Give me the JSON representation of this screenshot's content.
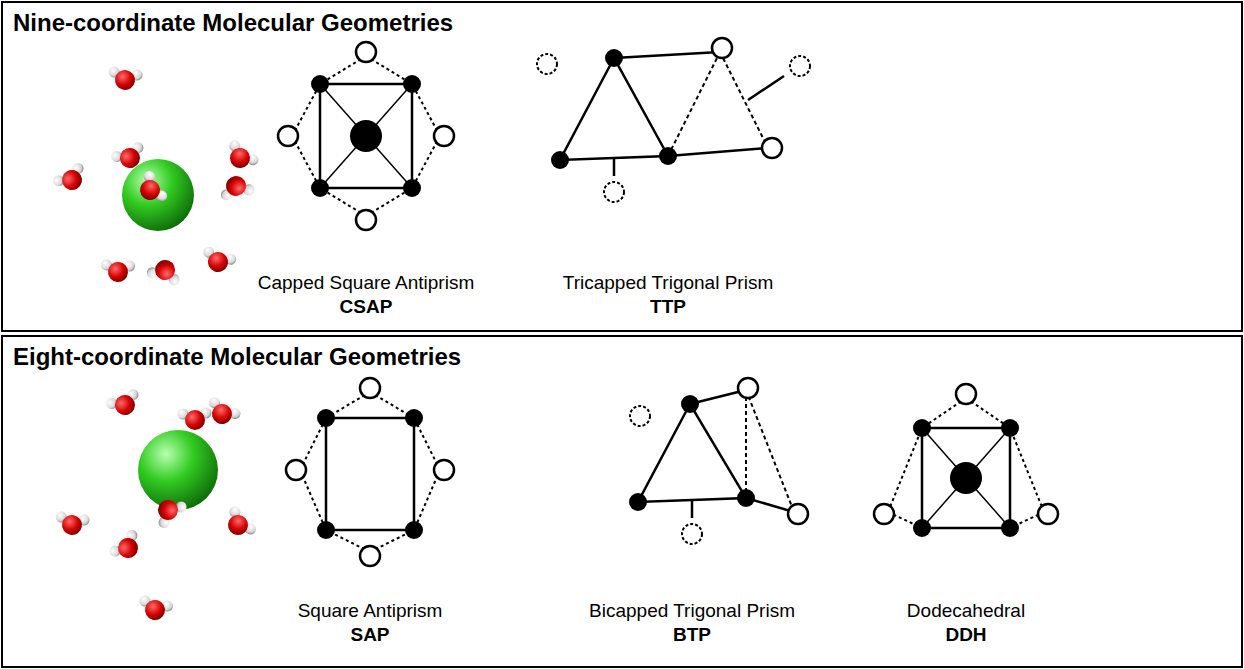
{
  "diagram": {
    "nodes": [
      {
        "text": [
          "Nine-coordinate Molecular Geometries"
        ]
      },
      {
        "text": [
          "Eight-coordinate Molecular Geometries"
        ]
      }
    ],
    "labels": [
      "Capped Square Antiprism",
      "CSAP",
      "Tricapped Trigonal Prism",
      "TTP",
      "Square Antiprism",
      "SAP",
      "Bicapped Trigonal Prism",
      "BTP",
      "Dodecahedral",
      "DDH"
    ]
  }
}
